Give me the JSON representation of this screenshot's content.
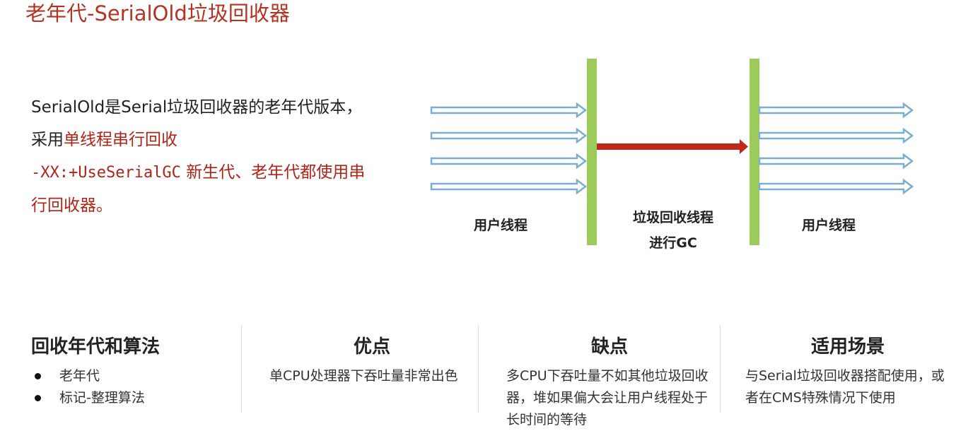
{
  "title": "老年代-SerialOld垃圾回收器",
  "description": {
    "part1": "SerialOld是Serial垃圾回收器的老年代版本，采用",
    "highlight": "单线程串行回收",
    "flag": "-XX:+UseSerialGC",
    "part2": " 新生代、老年代都使用串行回收器。"
  },
  "diagram": {
    "left_label": "用户线程",
    "middle_label_line1": "垃圾回收线程",
    "middle_label_line2": "进行GC",
    "right_label": "用户线程",
    "colors": {
      "user_arrow_stroke": "#7aaed1",
      "barrier": "#9ccb5a",
      "gc_arrow": "#c0281a"
    }
  },
  "columns": {
    "algorithm": {
      "heading": "回收年代和算法",
      "bullets": [
        "老年代",
        "标记-整理算法"
      ]
    },
    "pros": {
      "heading": "优点",
      "body": "单CPU处理器下吞吐量非常出色"
    },
    "cons": {
      "heading": "缺点",
      "body": "多CPU下吞吐量不如其他垃圾回收器，堆如果偏大会让用户线程处于长时间的等待"
    },
    "scenario": {
      "heading": "适用场景",
      "body": "与Serial垃圾回收器搭配使用，或者在CMS特殊情况下使用"
    }
  }
}
